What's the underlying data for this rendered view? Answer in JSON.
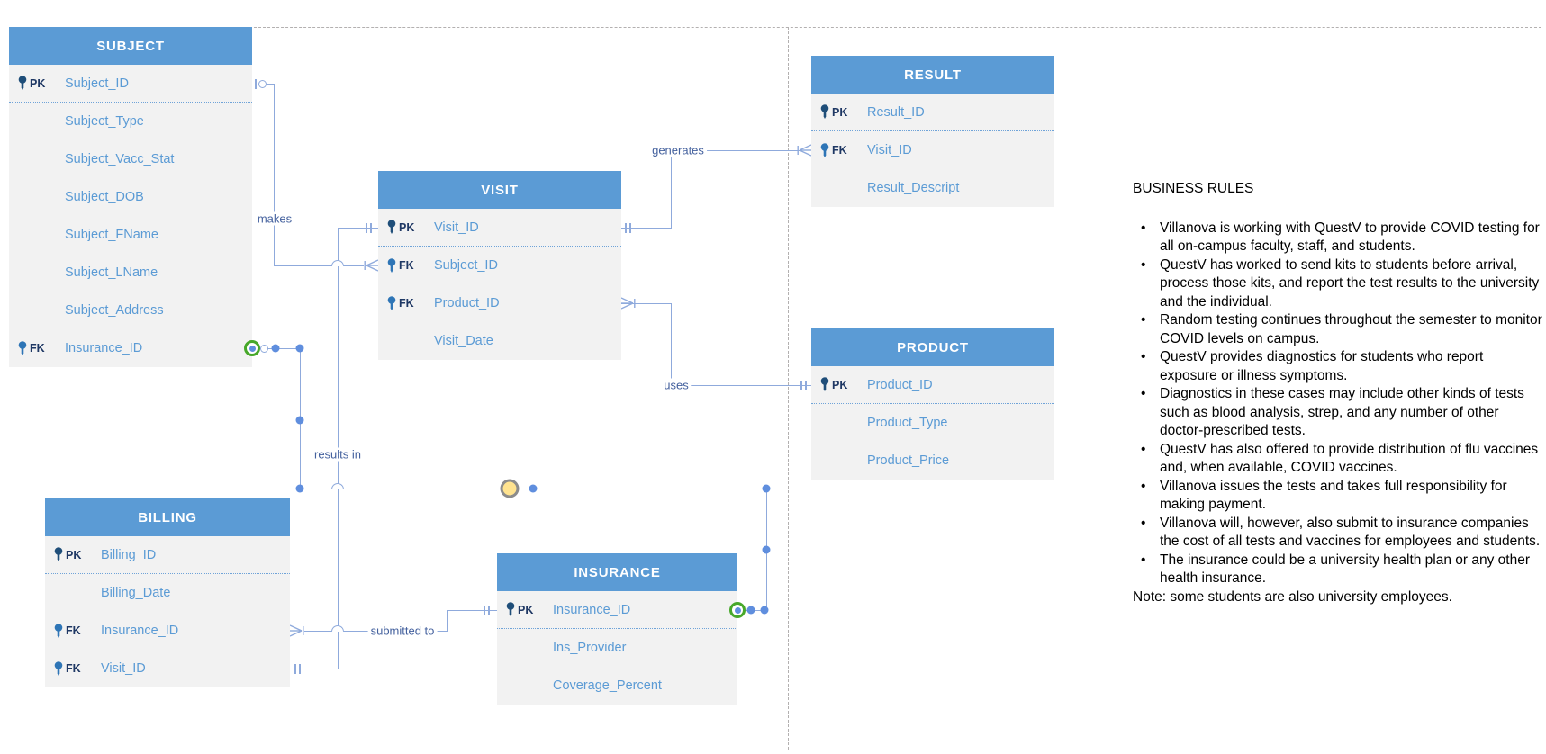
{
  "diagram": {
    "entities": [
      {
        "name": "SUBJECT",
        "rows": [
          {
            "key": "PK",
            "name": "Subject_ID"
          },
          {
            "key": "",
            "name": "Subject_Type"
          },
          {
            "key": "",
            "name": "Subject_Vacc_Stat"
          },
          {
            "key": "",
            "name": "Subject_DOB"
          },
          {
            "key": "",
            "name": "Subject_FName"
          },
          {
            "key": "",
            "name": "Subject_LName"
          },
          {
            "key": "",
            "name": "Subject_Address"
          },
          {
            "key": "FK",
            "name": "Insurance_ID"
          }
        ]
      },
      {
        "name": "VISIT",
        "rows": [
          {
            "key": "PK",
            "name": "Visit_ID"
          },
          {
            "key": "FK",
            "name": "Subject_ID"
          },
          {
            "key": "FK",
            "name": "Product_ID"
          },
          {
            "key": "",
            "name": "Visit_Date"
          }
        ]
      },
      {
        "name": "RESULT",
        "rows": [
          {
            "key": "PK",
            "name": "Result_ID"
          },
          {
            "key": "FK",
            "name": "Visit_ID"
          },
          {
            "key": "",
            "name": "Result_Descript"
          }
        ]
      },
      {
        "name": "PRODUCT",
        "rows": [
          {
            "key": "PK",
            "name": "Product_ID"
          },
          {
            "key": "",
            "name": "Product_Type"
          },
          {
            "key": "",
            "name": "Product_Price"
          }
        ]
      },
      {
        "name": "BILLING",
        "rows": [
          {
            "key": "PK",
            "name": "Billing_ID"
          },
          {
            "key": "",
            "name": "Billing_Date"
          },
          {
            "key": "FK",
            "name": "Insurance_ID"
          },
          {
            "key": "FK",
            "name": "Visit_ID"
          }
        ]
      },
      {
        "name": "INSURANCE",
        "rows": [
          {
            "key": "PK",
            "name": "Insurance_ID"
          },
          {
            "key": "",
            "name": "Ins_Provider"
          },
          {
            "key": "",
            "name": "Coverage_Percent"
          }
        ]
      }
    ],
    "relationships": {
      "makes": "makes",
      "generates": "generates",
      "uses": "uses",
      "results_in": "results in",
      "submitted_to": "submitted to"
    }
  },
  "business_rules": {
    "title": "BUSINESS RULES",
    "bullets": [
      "Villanova is working with QuestV to provide COVID testing for all on-campus faculty, staff, and students.",
      "QuestV has worked to send kits to students before arrival, process those kits, and report the test results to the university and the individual.",
      "Random testing continues throughout the semester to monitor COVID levels on campus.",
      "QuestV provides diagnostics for students who report exposure or illness symptoms.",
      "Diagnostics in these cases may include other kinds of tests such as blood analysis, strep, and any number of other doctor-prescribed tests.",
      "QuestV has also offered to provide distribution of flu vaccines and, when available, COVID vaccines.",
      "Villanova issues the tests and takes full responsibility for making payment.",
      "Villanova will, however, also submit to insurance companies the cost of all tests and vaccines for employees and students.",
      "The insurance could be a university health plan or any other health insurance."
    ],
    "note": "Note: some students are also university employees."
  },
  "colors": {
    "header_blue": "#5b9bd5",
    "row_gray": "#f2f2f2",
    "field_text_blue": "#5b9bd5",
    "connector_blue": "#8faadc",
    "selection_green": "#47a82a",
    "handle_yellow": "#ffe38f"
  }
}
